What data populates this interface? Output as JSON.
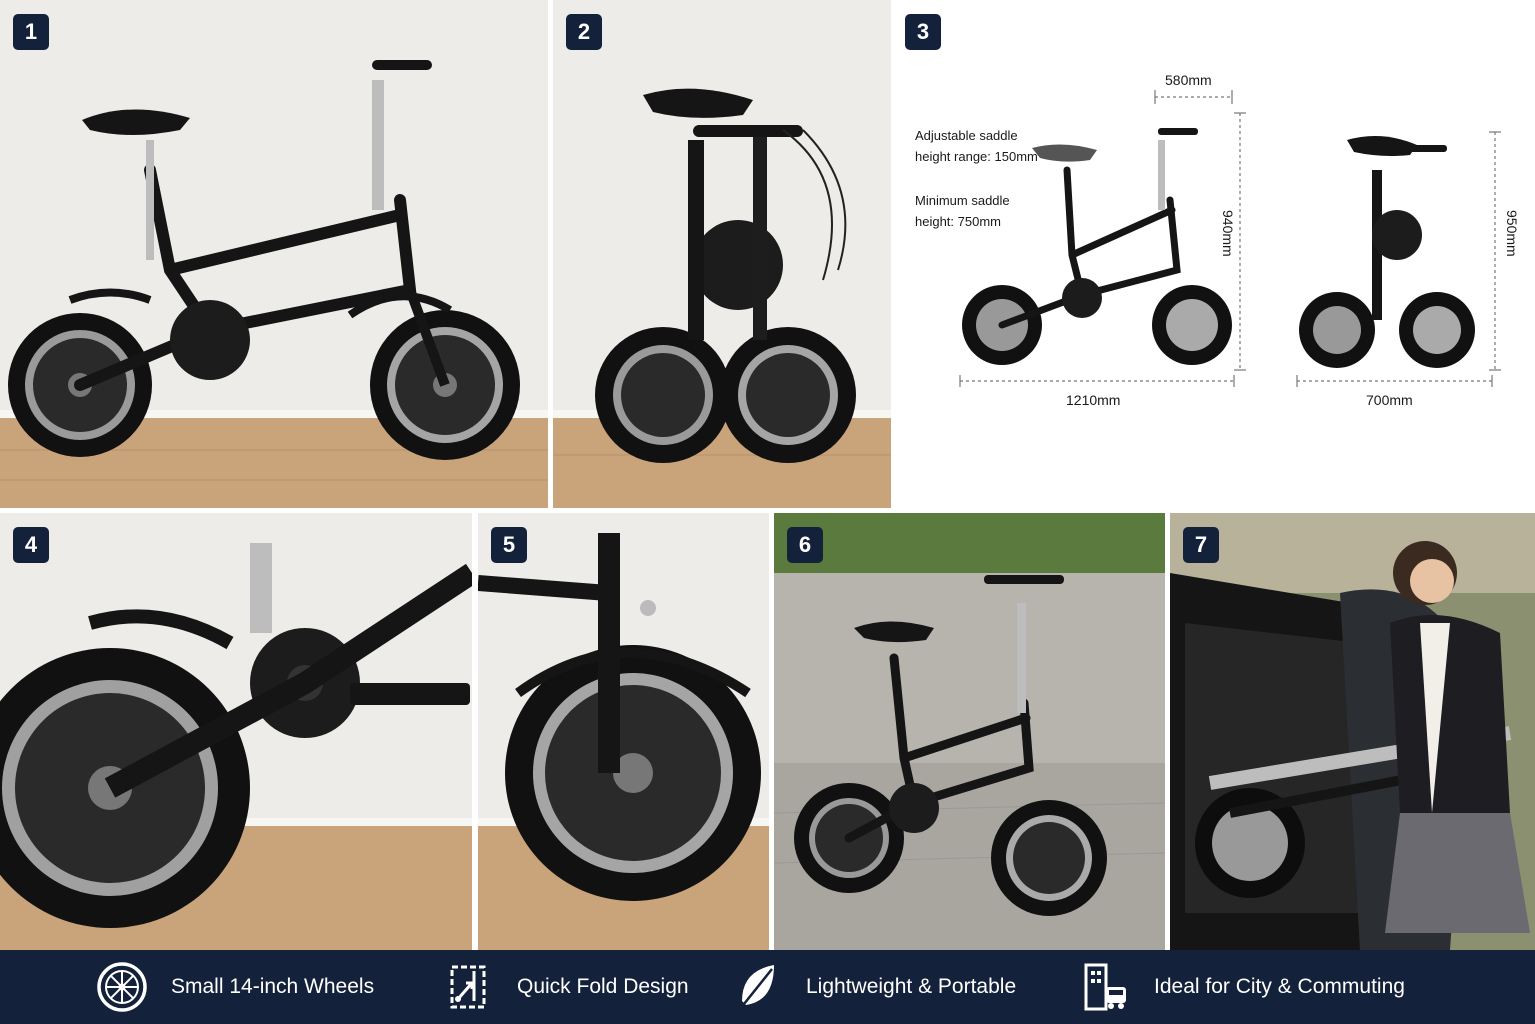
{
  "panels": [
    {
      "badge": "1"
    },
    {
      "badge": "2"
    },
    {
      "badge": "3"
    },
    {
      "badge": "4"
    },
    {
      "badge": "5"
    },
    {
      "badge": "6"
    },
    {
      "badge": "7"
    }
  ],
  "dimensions": {
    "width_top": "580mm",
    "height_unfolded": "940mm",
    "height_folded": "950mm",
    "length_unfolded": "1210mm",
    "length_folded": "700mm",
    "saddle_range": "Adjustable saddle height range: 150mm",
    "saddle_min": "Minimum saddle height: 750mm"
  },
  "features": [
    {
      "icon": "wheel-icon",
      "label": "Small 14-inch Wheels"
    },
    {
      "icon": "fold-icon",
      "label": "Quick Fold Design"
    },
    {
      "icon": "feather-icon",
      "label": "Lightweight & Portable"
    },
    {
      "icon": "city-icon",
      "label": "Ideal for City & Commuting"
    }
  ],
  "colors": {
    "footer_bg": "#14213a",
    "badge_bg": "#14213a",
    "wall": "#eceae6",
    "floor": "#c9a37a"
  }
}
